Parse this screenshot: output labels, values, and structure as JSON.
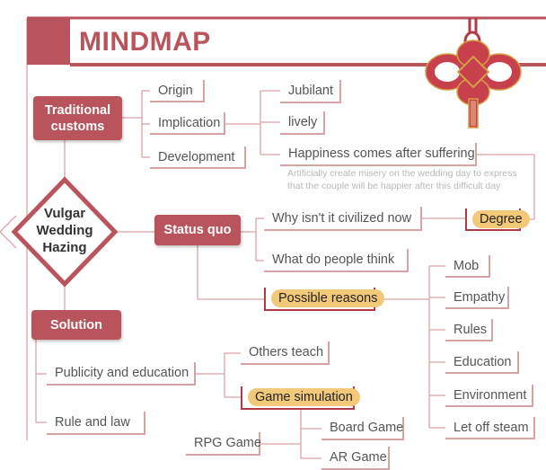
{
  "title": "MINDMAP",
  "center": {
    "label": "Vulgar Wedding Hazing"
  },
  "branches": {
    "traditional": {
      "label": "Traditional customs",
      "origin": "Origin",
      "implication": "Implication",
      "implication_children": [
        "Jubilant",
        "lively",
        "Happiness comes after suffering"
      ],
      "note_line1": "Artificially create misery on the wedding day to express",
      "note_line2": "that the couple will be happier after this difficult day",
      "development": "Development"
    },
    "status": {
      "label": "Status quo",
      "why": "Why isn't it civilized now",
      "degree": "Degree",
      "think": "What do people think",
      "reasons": "Possible reasons",
      "reasons_children": [
        "Mob",
        "Empathy",
        "Rules",
        "Education",
        "Environment",
        "Let off steam"
      ]
    },
    "solution": {
      "label": "Solution",
      "publicity": "Publicity and education",
      "others_teach": "Others teach",
      "game_sim": "Game simulation",
      "board": "Board Game",
      "rpg": "RPG Game",
      "ar": "AR Game",
      "rule": "Rule and law"
    }
  },
  "colors": {
    "accent": "#b9545c",
    "line": "#d9a3a6",
    "highlight": "#f2c879"
  }
}
